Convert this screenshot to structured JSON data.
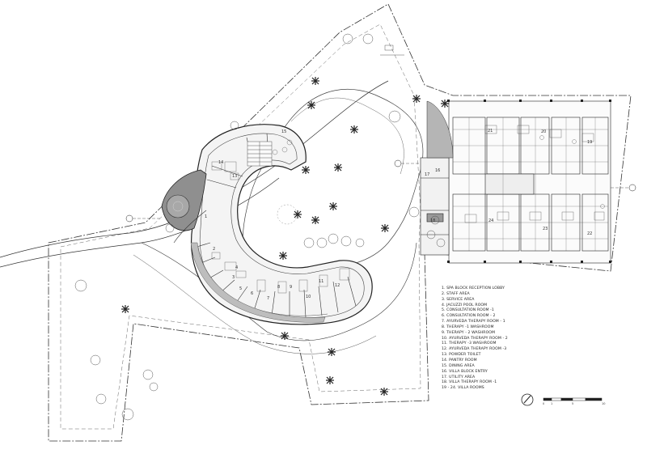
{
  "legend": [
    "1. SPA BLOCK RECEPTION LOBBY",
    "2. STAFF AREA",
    "3. SERVICE AREA",
    "4. JACUZZI POOL ROOM",
    "5. CONSULTATION ROOM -1",
    "6. CONSULTATION ROOM - 2",
    "7. AYURVEDA THERAPY ROOM - 1",
    "8. THERAPY -1 WASHROOM",
    "9. THERAPY - 2 WASHROOM",
    "10. AYURVEDA THERAPY ROOM - 2",
    "11. THERAPY -3 WASHROOM",
    "12. AYURVEDA THERAPY ROOM -3",
    "13. POWDER TOILET",
    "14. PANTRY ROOM",
    "15. DINING AREA",
    "16. VILLA BLOCK ENTRY",
    "17. UTILITY AREA",
    "18. VILLA THERAPY ROOM -1",
    "19 - 24. VILLA ROOMS"
  ],
  "scale_bar": {
    "labels": [
      "0",
      "1",
      "5",
      "10"
    ]
  },
  "room_numbers": {
    "r1": "1",
    "r2": "2",
    "r3": "3",
    "r4": "4",
    "r5": "5",
    "r6": "6",
    "r7": "7",
    "r8": "8",
    "r9": "9",
    "r10": "10",
    "r11": "11",
    "r12": "12",
    "r13": "13",
    "r14": "14",
    "r15": "15",
    "r16": "16",
    "r17": "17",
    "r18": "18",
    "r19": "19",
    "r20": "20",
    "r21": "21",
    "r22": "22",
    "r23": "23",
    "r24": "24"
  }
}
